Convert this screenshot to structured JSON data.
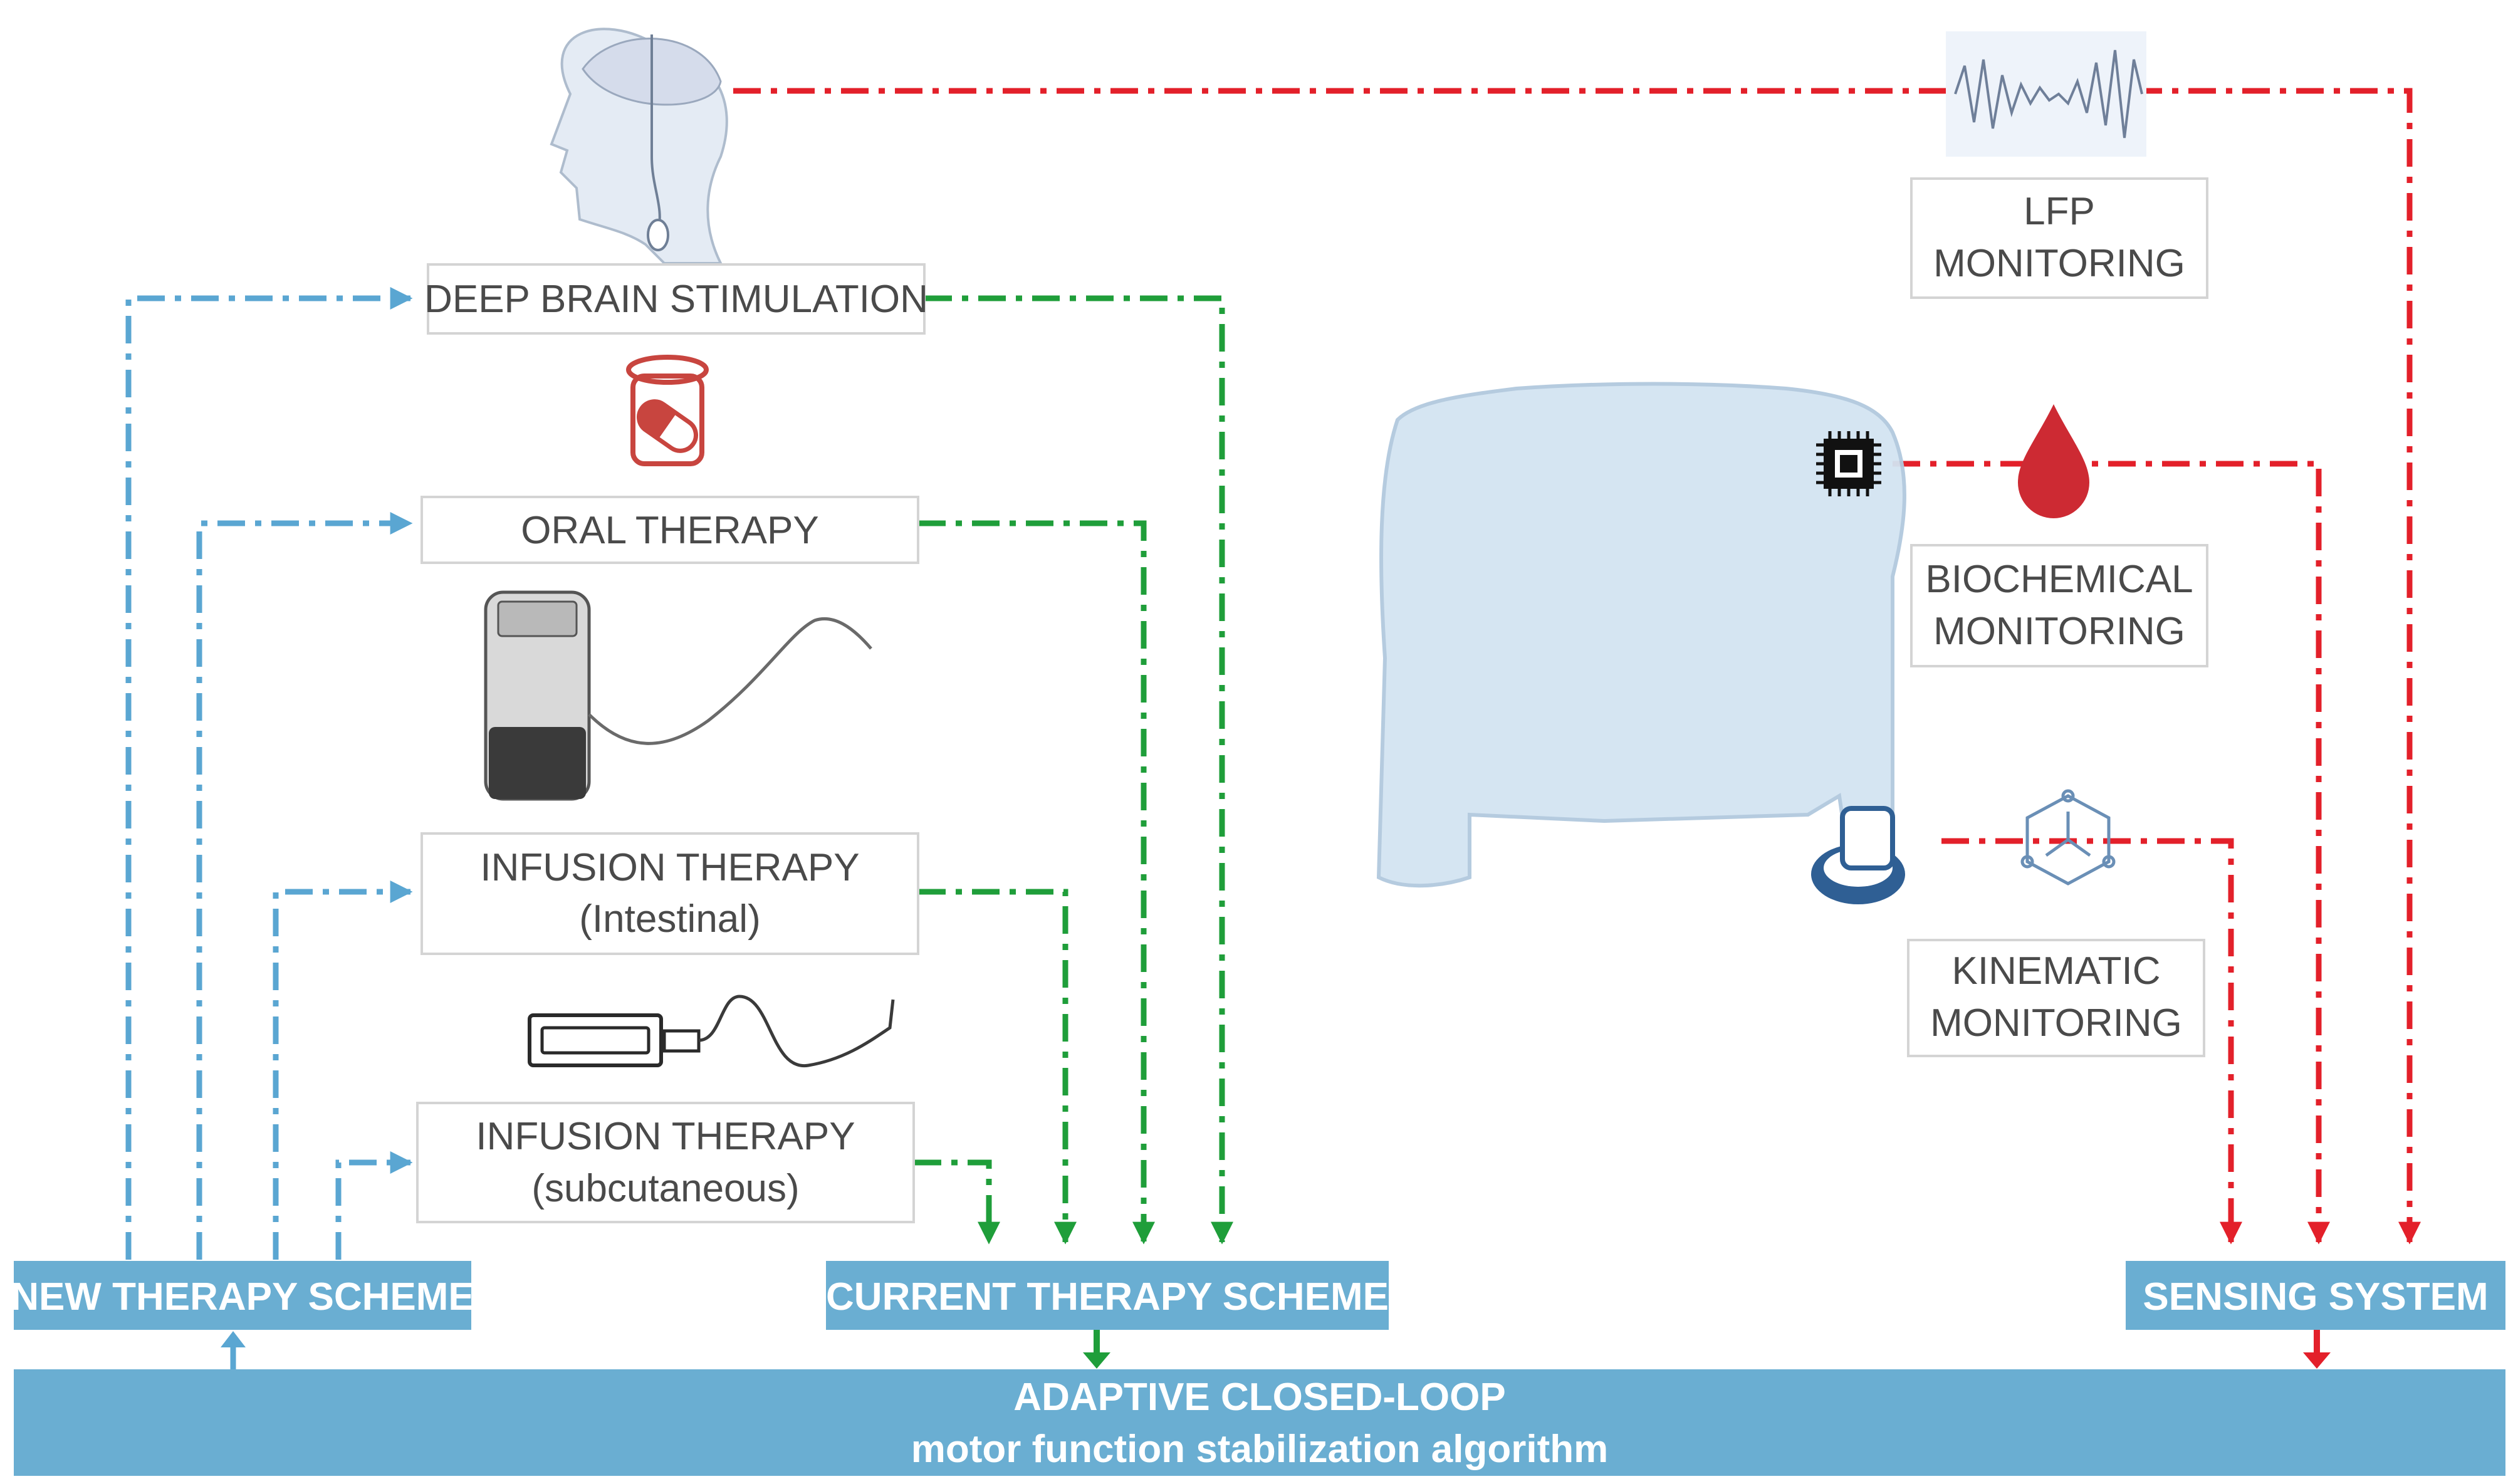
{
  "colors": {
    "blue_bar": "#6aaed2",
    "blue_line": "#5aa6d2",
    "green_line": "#1f9e3a",
    "red_line": "#e3202a",
    "box_border": "#d4d4d4",
    "text_gray": "#4a4a4a"
  },
  "therapy_boxes": [
    {
      "id": "dbs",
      "lines": [
        "DEEP BRAIN STIMULATION"
      ]
    },
    {
      "id": "oral",
      "lines": [
        "ORAL THERAPY"
      ]
    },
    {
      "id": "inf_int",
      "lines": [
        "INFUSION THERAPY",
        "(Intestinal)"
      ]
    },
    {
      "id": "inf_sub",
      "lines": [
        "INFUSION THERAPY",
        "(subcutaneous)"
      ]
    }
  ],
  "monitoring_boxes": [
    {
      "id": "lfp",
      "lines": [
        "LFP",
        "MONITORING"
      ]
    },
    {
      "id": "bio",
      "lines": [
        "BIOCHEMICAL",
        "MONITORING"
      ]
    },
    {
      "id": "kin",
      "lines": [
        "KINEMATIC",
        "MONITORING"
      ]
    }
  ],
  "bars": {
    "new_scheme": "NEW THERAPY SCHEME",
    "current_scheme": "CURRENT THERAPY  SCHEME",
    "sensing": "SENSING SYSTEM",
    "algorithm_line1": "ADAPTIVE CLOSED-LOOP",
    "algorithm_line2": "motor function stabilization algorithm"
  },
  "icons": [
    "head-dbs-implant-icon",
    "pill-jar-icon",
    "infusion-pump-icon",
    "syringe-pump-icon",
    "lfp-wave-icon",
    "torso-icon",
    "sensor-chip-icon",
    "blood-drop-icon",
    "wrist-sensor-icon",
    "kinematic-axes-icon"
  ]
}
